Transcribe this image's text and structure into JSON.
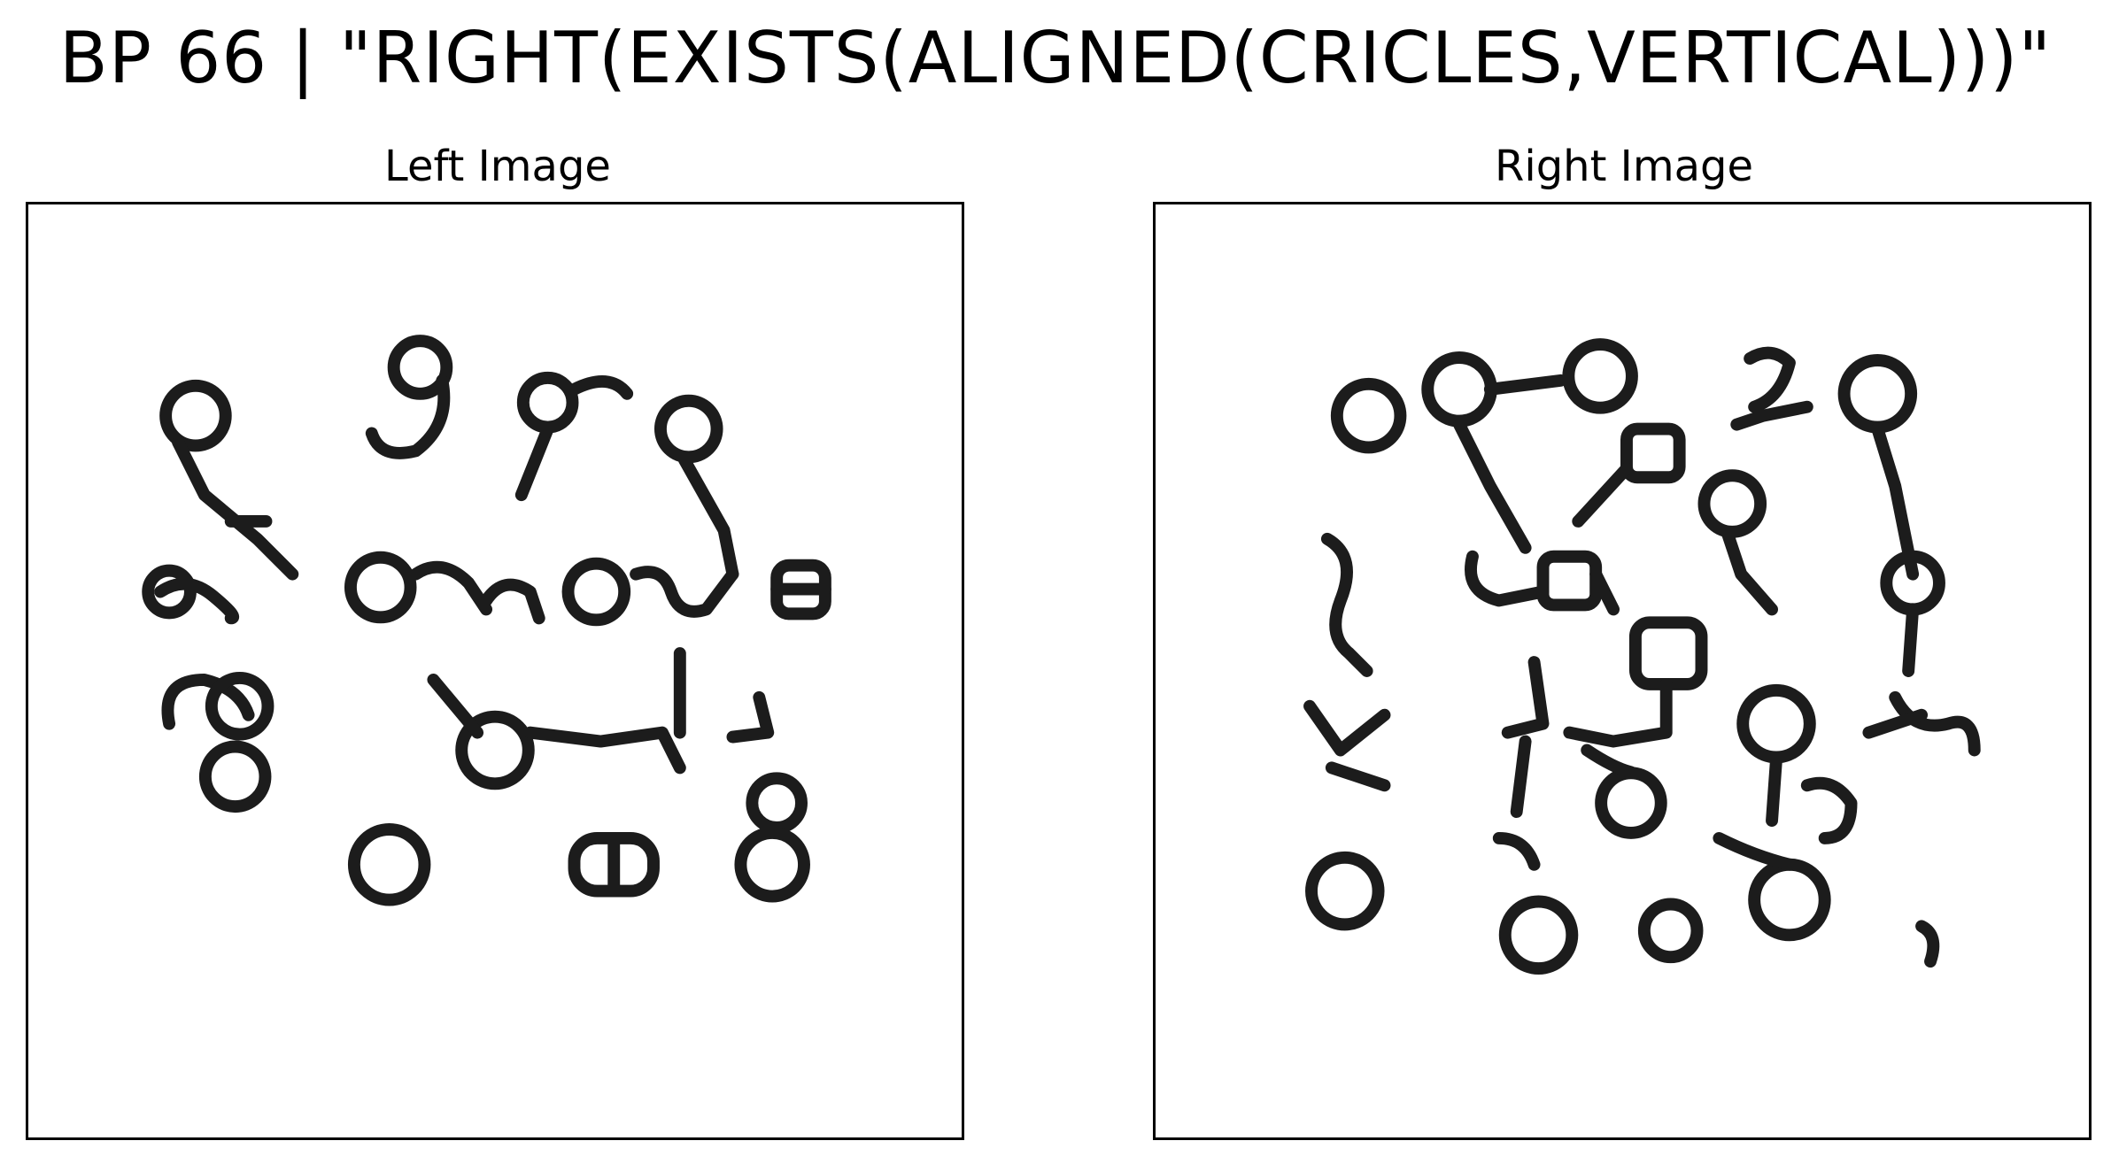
{
  "figure": {
    "title": "BP 66 | \"RIGHT(EXISTS(ALIGNED(CRICLES,VERTICAL)))\""
  },
  "panels": [
    {
      "label": "Left Image"
    },
    {
      "label": "Right Image"
    }
  ],
  "colors": {
    "background": "#ffffff",
    "ink": "#1c1c1c",
    "frame": "#000000"
  }
}
